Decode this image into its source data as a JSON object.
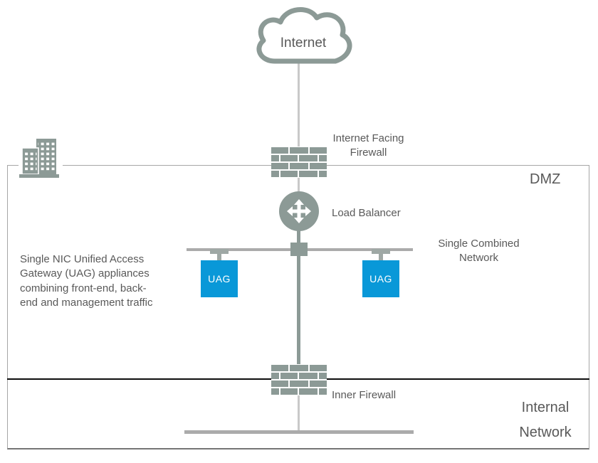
{
  "diagram": {
    "internet": "Internet",
    "internet_firewall": "Internet  Facing\nFirewall",
    "load_balancer": "Load Balancer",
    "dmz": "DMZ",
    "combined_network": "Single Combined\nNetwork",
    "uag_left": "UAG",
    "uag_right": "UAG",
    "note": "Single NIC Unified Access\nGateway (UAG) appliances\ncombining front-end,  back-\nend and management traffic",
    "inner_firewall": "Inner  Firewall",
    "internal_network": "Internal\nNetwork"
  },
  "colors": {
    "icon_gray": "#8c9a96",
    "uag_blue": "#0998d8",
    "text_gray": "#595959",
    "light_line": "#c9c9c9",
    "network_line": "#ababab",
    "zone_border": "#a6a6a6",
    "divider_black": "#0d0d0d"
  }
}
